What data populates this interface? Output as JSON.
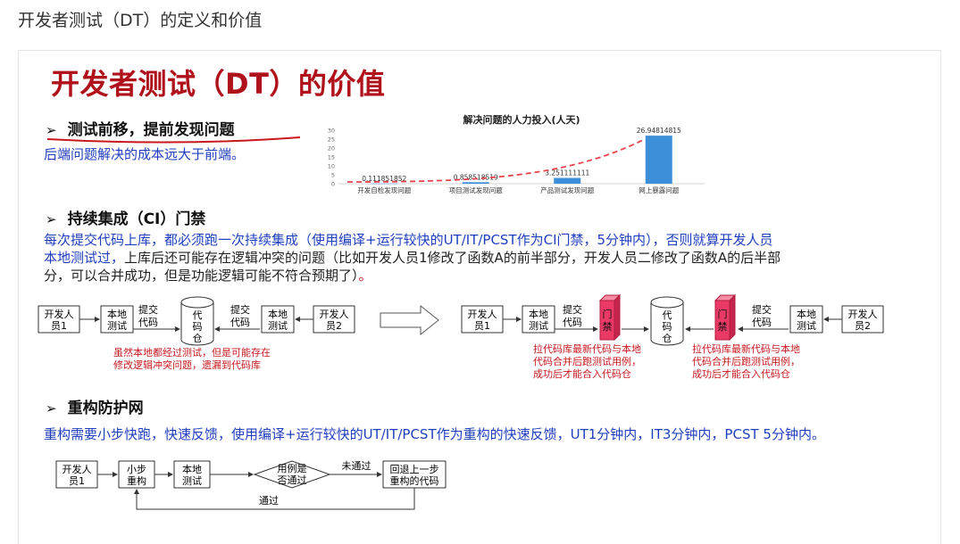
{
  "page_header": "开发者测试（DT）的定义和价值",
  "slide": {
    "title": "开发者测试（DT）的价值",
    "section1": {
      "heading": "测试前移，提前发现问题",
      "text": "后端问题解决的成本远大于前端。"
    },
    "section2": {
      "heading": "持续集成（CI）门禁",
      "line1": "每次提交代码上库，都必须跑一次持续集成（使用编译+运行较快的UT/IT/PCST作为CI门禁，5分钟内），否则就算开发人员",
      "line2_blue": "本地测试过，",
      "line2_dark": "上库后还可能存在逻辑冲突的问题（比如开发人员1修改了函数A的前半部分，开发人员二修改了函数A的后半部",
      "line3_dark": "分，可以合并成功，但是功能逻辑可能不符合预期了）",
      "line3_red": "。"
    },
    "section3": {
      "heading": "重构防护网",
      "text": "重构需要小步快跑，快速反馈，使用编译+运行较快的UT/IT/PCST作为重构的快速反馈，UT1分钟内，IT3分钟内，PCST 5分钟内。"
    },
    "diagram_left": {
      "dev1": [
        "开发人",
        "员1"
      ],
      "local1": [
        "本地",
        "测试"
      ],
      "commit1": [
        "提交",
        "代码"
      ],
      "repo": [
        "代",
        "码",
        "仓"
      ],
      "commit2": [
        "提交",
        "代码"
      ],
      "local2": [
        "本地",
        "测试"
      ],
      "dev2": [
        "开发人",
        "员2"
      ],
      "note": [
        "虽然本地都经过测试，但是可能存在",
        "修改逻辑冲突问题，遗漏到代码库"
      ]
    },
    "diagram_right": {
      "dev1": [
        "开发人",
        "员1"
      ],
      "local1": [
        "本地",
        "测试"
      ],
      "commit1": [
        "提交",
        "代码"
      ],
      "gate1": [
        "门",
        "禁"
      ],
      "repo": [
        "代",
        "码",
        "仓"
      ],
      "gate2": [
        "门",
        "禁"
      ],
      "commit2": [
        "提交",
        "代码"
      ],
      "local2": [
        "本地",
        "测试"
      ],
      "dev2": [
        "开发人",
        "员2"
      ],
      "note1": [
        "拉代码库最新代码与本地",
        "代码合并后跑测试用例，",
        "成功后才能合入代码仓"
      ],
      "note2": [
        "拉代码库最新代码与本地",
        "代码合并后跑测试用例，",
        "成功后才能合入代码仓"
      ]
    },
    "flow": {
      "dev1": [
        "开发人",
        "员1"
      ],
      "step": [
        "小步",
        "重构"
      ],
      "local": [
        "本地",
        "测试"
      ],
      "decision": [
        "用例是",
        "否通过"
      ],
      "fail": "未通过",
      "rollback": [
        "回退上一步",
        "重构的代码"
      ],
      "pass": "通过"
    }
  },
  "chart_data": {
    "type": "bar",
    "title": "解决问题的人力投入(人天)",
    "categories": [
      "开发自检发现问题",
      "项目测试发现问题",
      "产品测试发现问题",
      "网上暴露问题"
    ],
    "values": [
      0.111851852,
      0.858518519,
      3.251111111,
      26.94814815
    ],
    "value_labels": [
      "0.111851852",
      "0.858518519",
      "3.251111111",
      "26.94814815"
    ],
    "ylim": [
      0,
      30
    ],
    "yticks": [
      0,
      5,
      10,
      15,
      20,
      25,
      30
    ],
    "bar_color": "#3e8fd9",
    "trend_color": "#e8434a",
    "trendline": "dashed",
    "grid": false
  }
}
